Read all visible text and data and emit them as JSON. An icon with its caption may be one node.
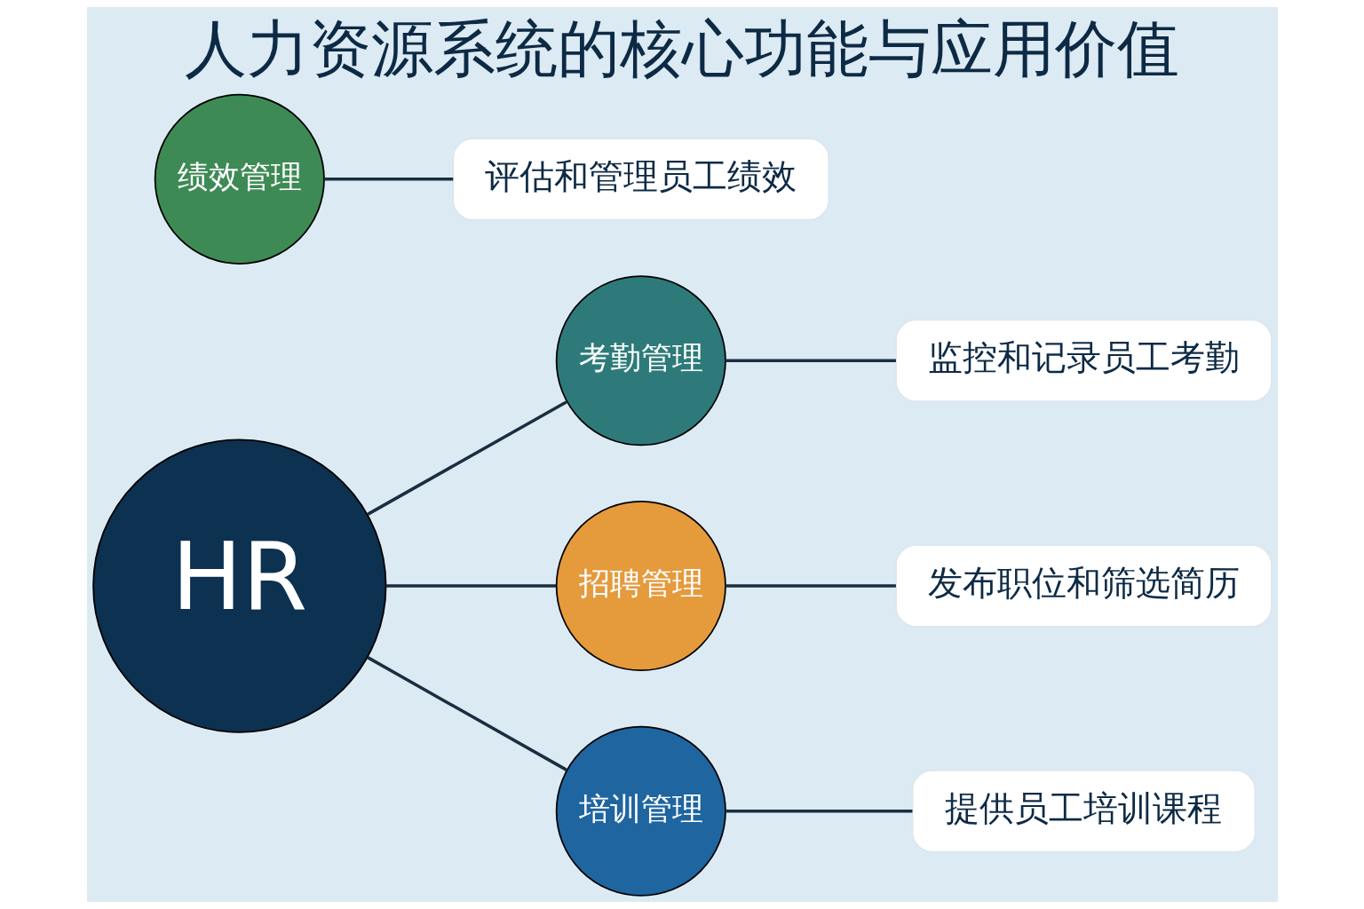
{
  "diagram": {
    "title": "人力资源系统的核心功能与应用价值",
    "nodes": [
      {
        "text": [
          "HR"
        ]
      },
      {
        "text": [
          "考勤管理"
        ]
      },
      {
        "text": [
          "监控和记录员工考勤"
        ]
      },
      {
        "text": [
          "招聘管理"
        ]
      },
      {
        "text": [
          "发布职位和筛选简历"
        ]
      },
      {
        "text": [
          "培训管理"
        ]
      },
      {
        "text": [
          "提供员工培训课程"
        ]
      },
      {
        "text": [
          "绩效管理"
        ]
      },
      {
        "text": [
          "评估和管理员工绩效"
        ]
      }
    ],
    "edges": [
      {
        "from": 0,
        "to": 1,
        "arrow": "none"
      },
      {
        "from": 1,
        "to": 2,
        "arrow": "none"
      },
      {
        "from": 0,
        "to": 3,
        "arrow": "none"
      },
      {
        "from": 3,
        "to": 4,
        "arrow": "none"
      },
      {
        "from": 0,
        "to": 5,
        "arrow": "none"
      },
      {
        "from": 5,
        "to": 6,
        "arrow": "none"
      },
      {
        "from": 7,
        "to": 8,
        "arrow": "none"
      }
    ]
  }
}
